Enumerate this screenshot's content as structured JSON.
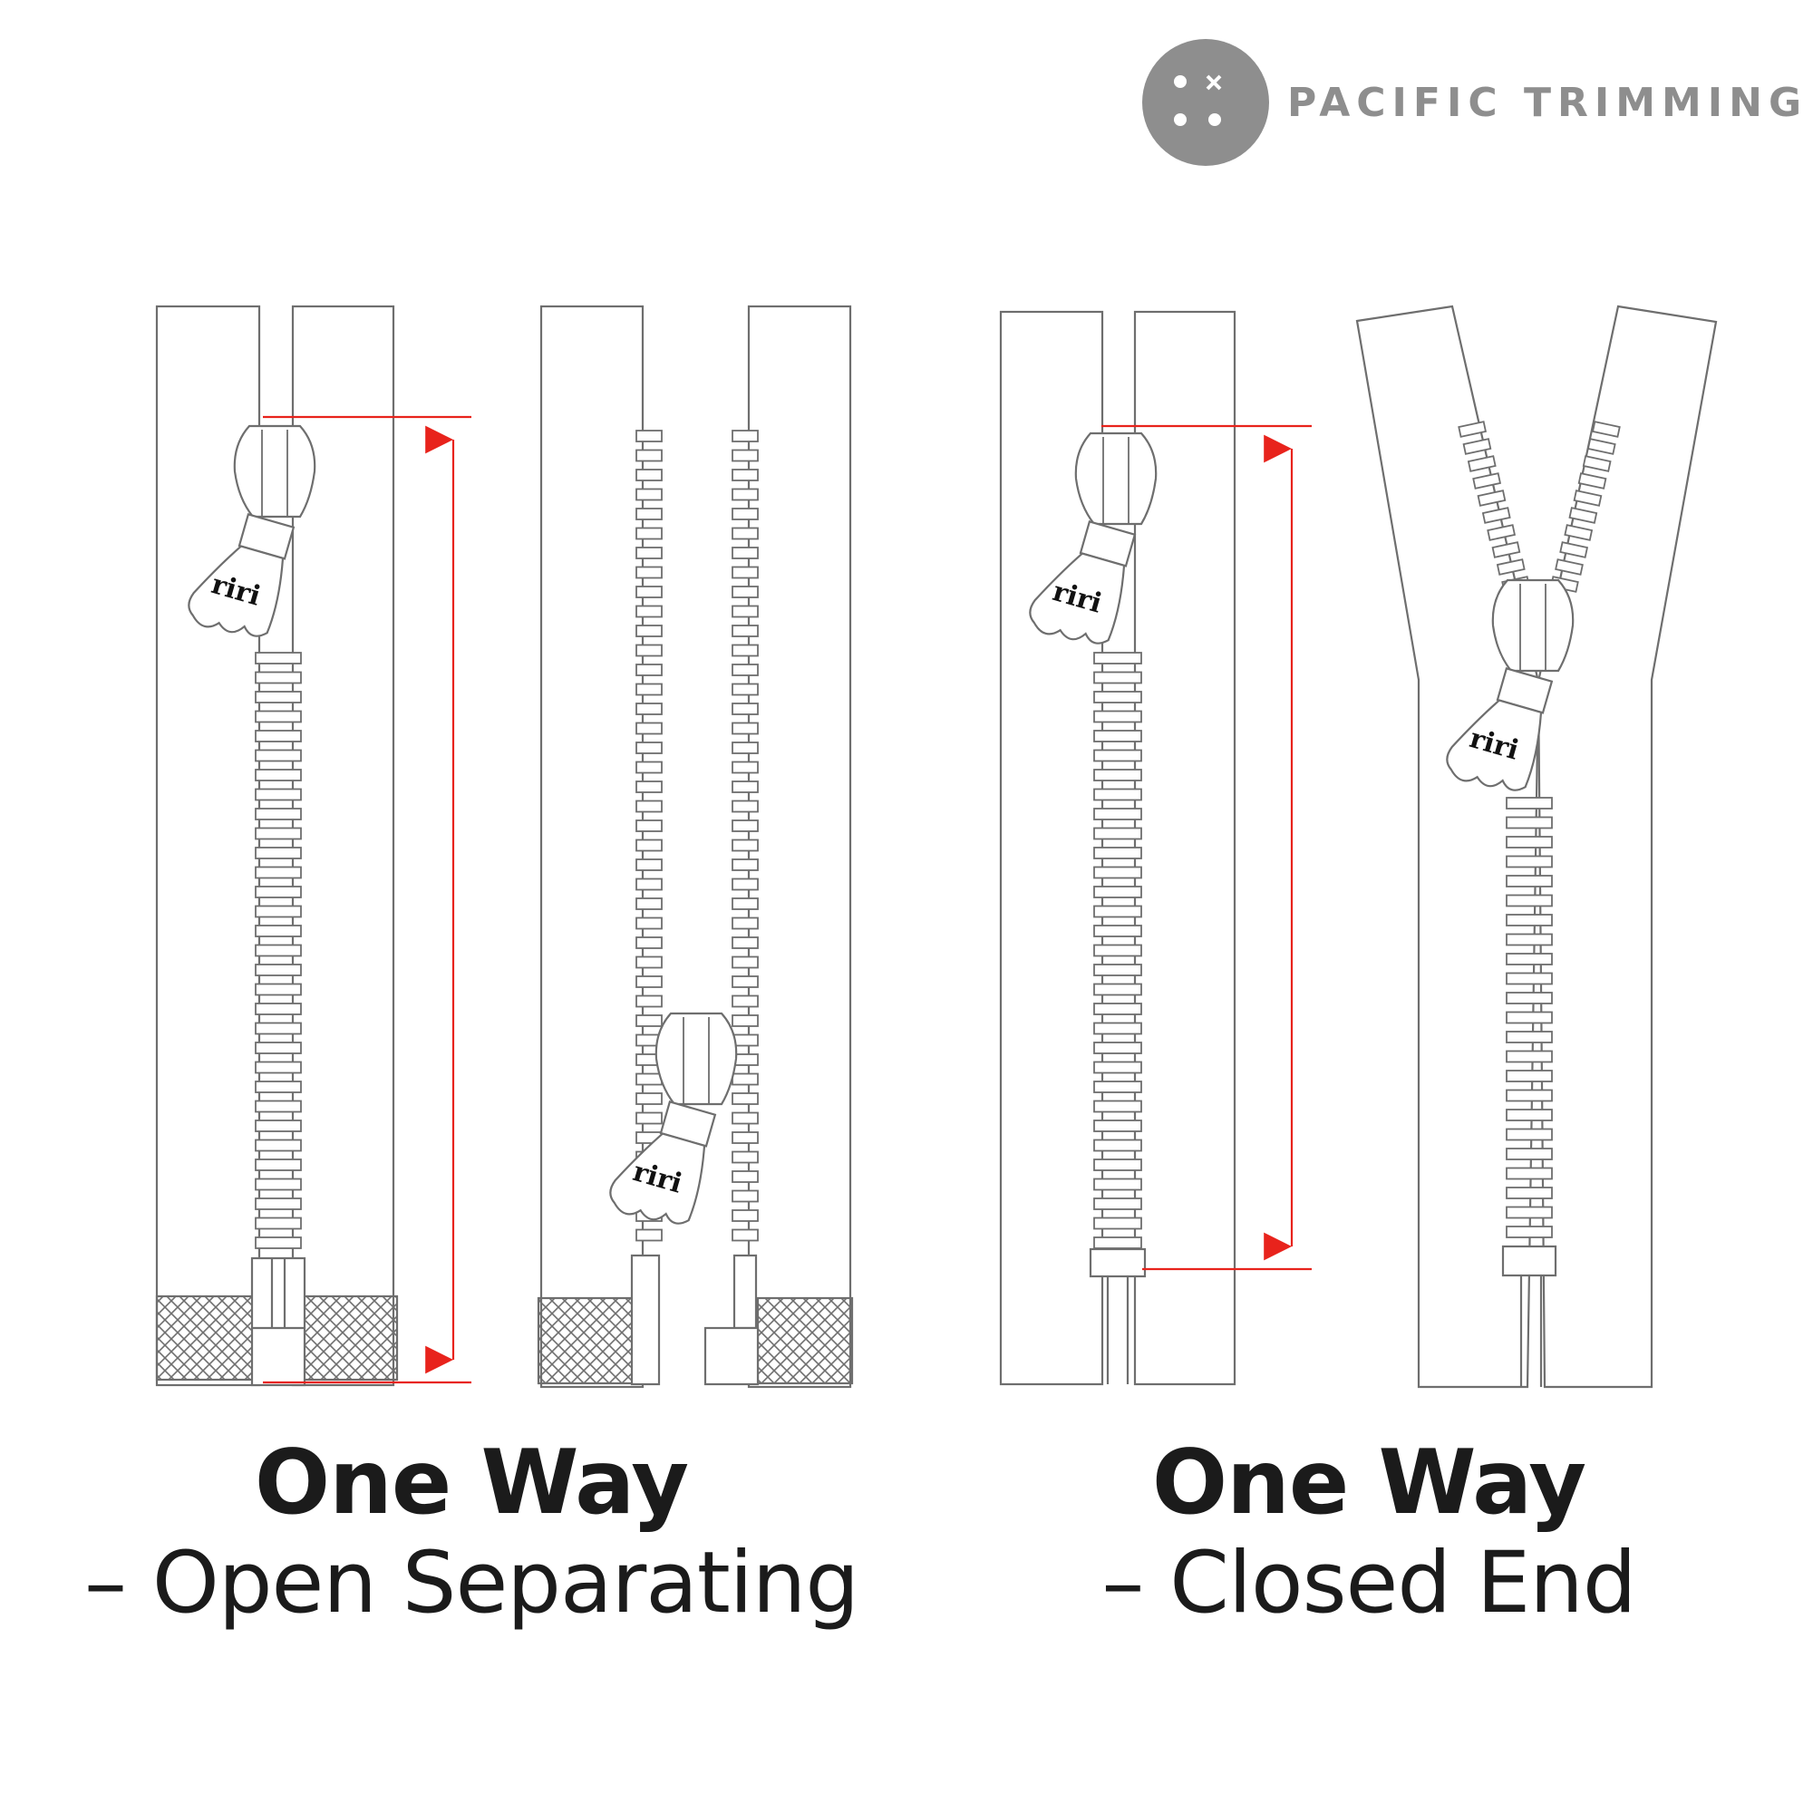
{
  "brand": {
    "name": "PACIFIC TRIMMING",
    "logo_icon": "button-logo-icon",
    "logo_color": "#8e8e8e"
  },
  "pull_tab_text": "riri",
  "colors": {
    "outline": "#6e6e6e",
    "measure": "#e8231c",
    "text": "#1b1b1b"
  },
  "diagrams": [
    {
      "id": "open-separating",
      "title": "One Way",
      "subtitle": "– Open Separating"
    },
    {
      "id": "closed-end",
      "title": "One Way",
      "subtitle": "– Closed End"
    }
  ]
}
